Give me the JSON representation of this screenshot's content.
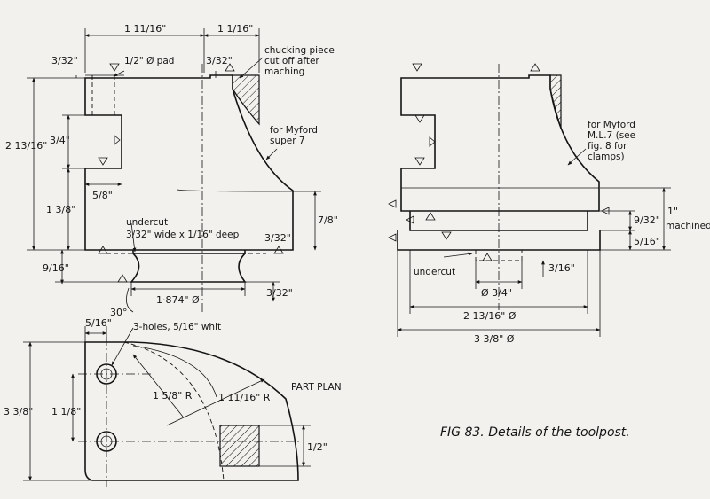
{
  "figure": {
    "caption": "FIG 83. Details of the toolpost.",
    "part_plan_label": "PART PLAN"
  },
  "left_view": {
    "notes": {
      "pad": "1/2\" Ø pad",
      "chucking": [
        "chucking piece",
        "cut off after",
        "maching"
      ],
      "myford": [
        "for Myford",
        "super 7"
      ],
      "undercut": [
        "undercut",
        "3/32\" wide x 1/16\" deep"
      ]
    },
    "dims": {
      "width_top": "1 11/16\"",
      "width_top_right": "1 1/16\"",
      "pad_height": "3/32\"",
      "chuck_height": "3/32\"",
      "overall_height": "2 13/16\"",
      "slot": "3/4\"",
      "lower_height": "1 3/8\"",
      "slot_depth": "5/8\"",
      "lower_right": "7/8\"",
      "undercut_right": "3/32\"",
      "base": "9/16\"",
      "spigot_diameter": "1·874\" Ø",
      "angle": "30°",
      "spigot_right": "3/32\""
    }
  },
  "right_view": {
    "notes": {
      "myford": [
        "for Myford",
        "M.L.7 (see",
        "fig. 8 for",
        "clamps)"
      ],
      "undercut": "undercut"
    },
    "dims": {
      "machined": "1\"",
      "machined_label": "machined",
      "gap": "9/32\"",
      "ring": "5/16\"",
      "spigot": "Ø 3/4\"",
      "spigot_height": "3/16\"",
      "washer_diameter": "2 13/16\" Ø",
      "base_diameter": "3 3/8\" Ø"
    }
  },
  "plan_view": {
    "notes": {
      "holes": "3-holes, 5/16\" whit"
    },
    "dims": {
      "hole_offset": "5/16\"",
      "overall": "3 3/8\"",
      "hole_spacing": "1 1/8\"",
      "radius_small": "1 5/8\" R",
      "radius_large": "1 11/16\" R",
      "slot": "1/2\""
    }
  }
}
